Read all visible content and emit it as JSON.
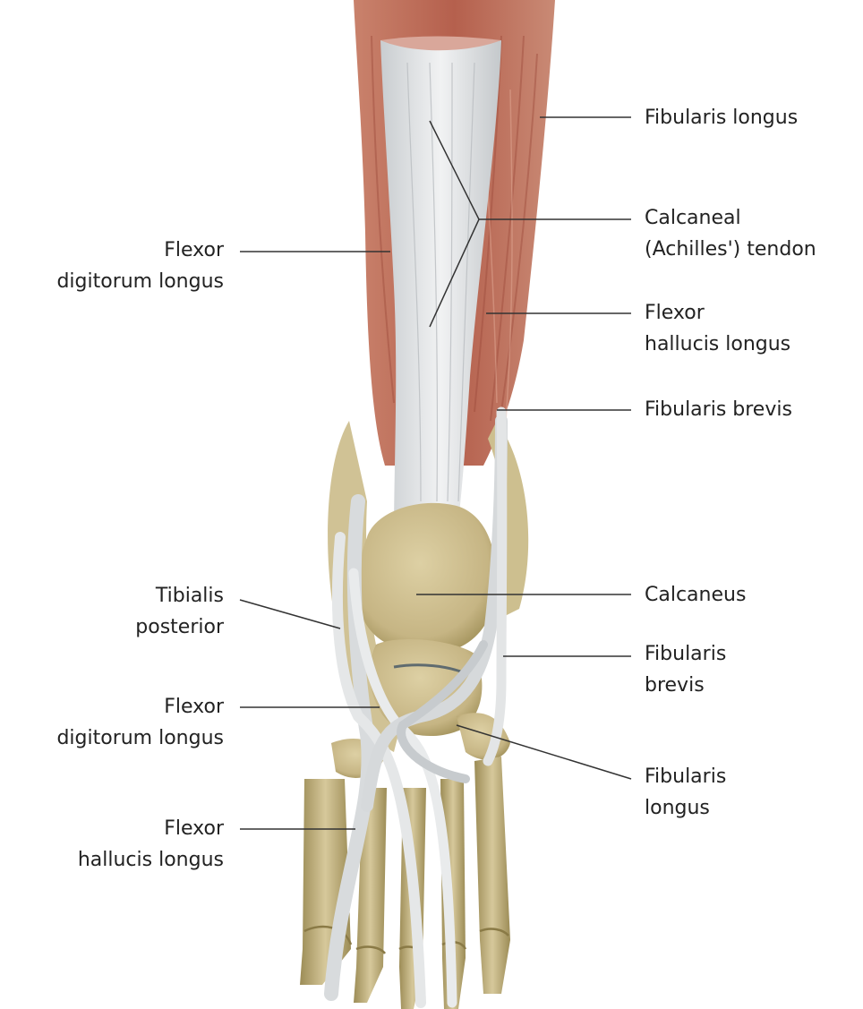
{
  "colors": {
    "muscle": "#b5604d",
    "muscle_light": "#d69a85",
    "tendon": "#dfe1e2",
    "tendon_shadow": "#b6babd",
    "bone": "#c8b98a",
    "bone_dark": "#8f7f4e",
    "leader": "#333333",
    "text": "#222222"
  },
  "labels": {
    "fibularis_longus_top": [
      "Fibularis longus"
    ],
    "calcaneal_tendon": [
      "Calcaneal",
      "(Achilles') tendon"
    ],
    "flexor_digitorum_longus_top": [
      "Flexor",
      "digitorum longus"
    ],
    "flexor_hallucis_longus_top": [
      "Flexor",
      "hallucis longus"
    ],
    "fibularis_brevis_top": [
      "Fibularis brevis"
    ],
    "calcaneus": [
      "Calcaneus"
    ],
    "tibialis_posterior": [
      "Tibialis",
      "posterior"
    ],
    "fibularis_brevis_bottom": [
      "Fibularis",
      "brevis"
    ],
    "flexor_digitorum_longus_bottom": [
      "Flexor",
      "digitorum longus"
    ],
    "fibularis_longus_bottom": [
      "Fibularis",
      "longus"
    ],
    "flexor_hallucis_longus_bottom": [
      "Flexor",
      "hallucis longus"
    ]
  }
}
